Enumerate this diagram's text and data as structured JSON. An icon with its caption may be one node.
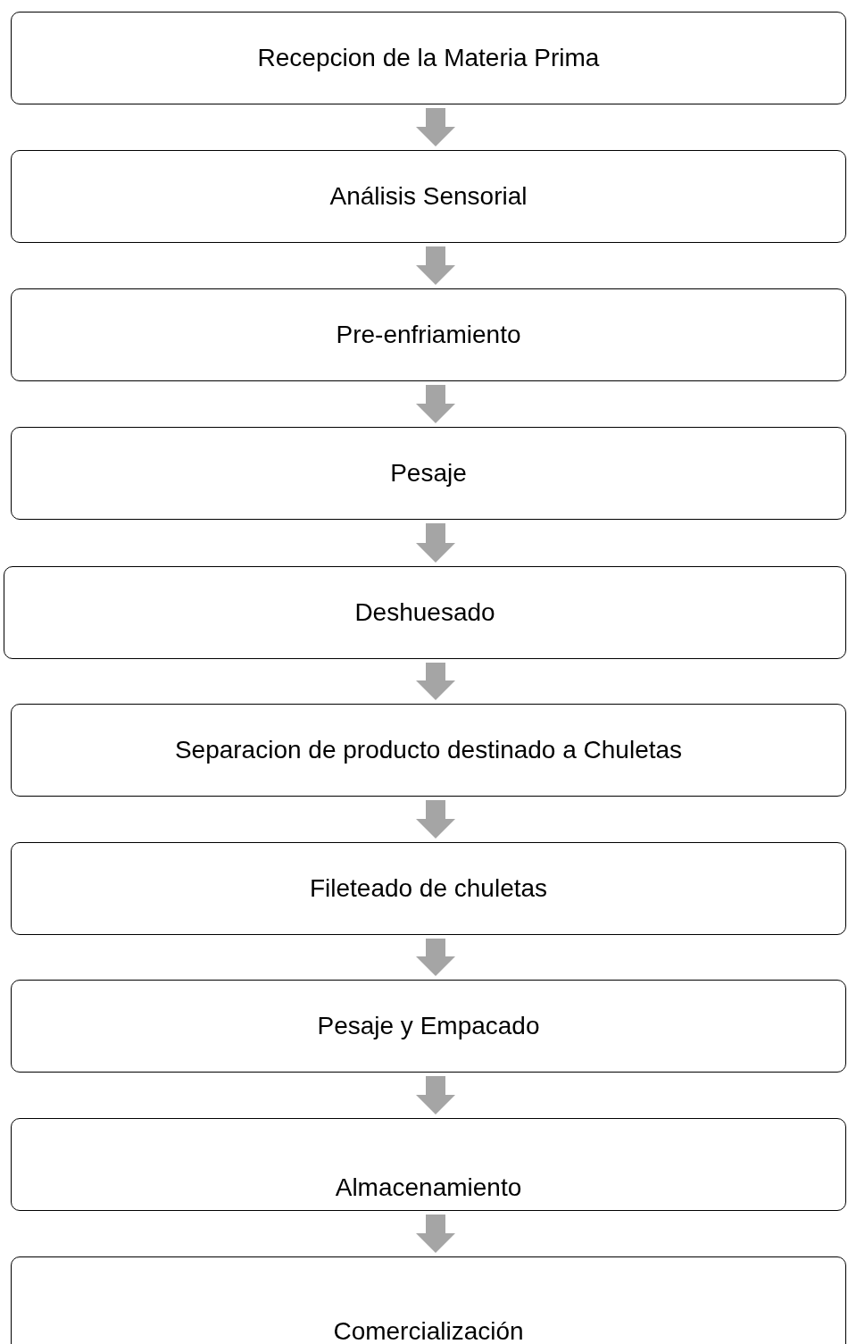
{
  "diagram": {
    "nodes": [
      {
        "text": [
          "Recepcion de la Materia Prima"
        ]
      },
      {
        "text": [
          "Análisis Sensorial"
        ]
      },
      {
        "text": [
          "Pre-enfriamiento"
        ]
      },
      {
        "text": [
          "Pesaje"
        ]
      },
      {
        "text": [
          "Deshuesado"
        ]
      },
      {
        "text": [
          "Separacion de producto destinado a Chuletas"
        ]
      },
      {
        "text": [
          "Fileteado de chuletas"
        ]
      },
      {
        "text": [
          "Pesaje y Empacado"
        ]
      },
      {
        "text": [
          "Almacenamiento"
        ]
      },
      {
        "text": [
          "Comercialización"
        ]
      }
    ],
    "edges": [
      {
        "from": 0,
        "to": 1,
        "arrow": "to"
      },
      {
        "from": 1,
        "to": 2,
        "arrow": "to"
      },
      {
        "from": 2,
        "to": 3,
        "arrow": "to"
      },
      {
        "from": 3,
        "to": 4,
        "arrow": "to"
      },
      {
        "from": 4,
        "to": 5,
        "arrow": "to"
      },
      {
        "from": 5,
        "to": 6,
        "arrow": "to"
      },
      {
        "from": 6,
        "to": 7,
        "arrow": "to"
      },
      {
        "from": 7,
        "to": 8,
        "arrow": "to"
      },
      {
        "from": 8,
        "to": 9,
        "arrow": "to"
      }
    ]
  }
}
